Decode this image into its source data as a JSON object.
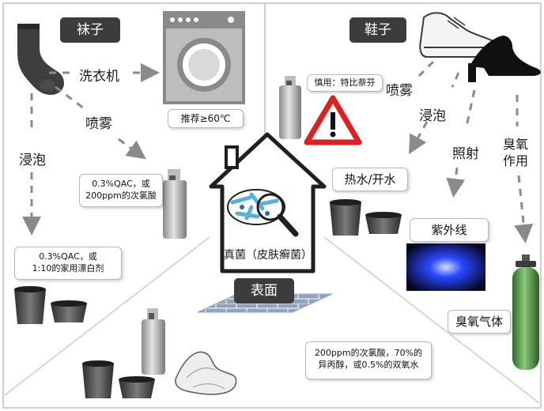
{
  "sections": {
    "socks": {
      "title": "袜子",
      "wash_label": "洗衣机",
      "spray_label": "喷雾",
      "soak_label": "浸泡",
      "washer_note": "推荐≥60℃",
      "spray_note": [
        "0.3%QAC，或",
        "200ppm的次氯酸"
      ],
      "soak_note": [
        "0.3%QAC，或",
        "1:10的家用漂白剂"
      ]
    },
    "shoes": {
      "title": "鞋子",
      "spray_label": "喷雾",
      "warning_note": "慎用：特比萘芬",
      "soak_label": "浸泡",
      "irradiate_label": "照射",
      "ozone_label": [
        "臭氧",
        "作用"
      ],
      "hot_water_note": "热水/开水",
      "uv_note": "紫外线",
      "ozone_gas_note": "臭氧气体"
    },
    "surface": {
      "title": "表面",
      "note": [
        "200ppm的次氯酸，70%的",
        "异丙醇，或0.5%的双氧水"
      ]
    },
    "center": {
      "label": "真菌（皮肤癣菌）"
    }
  },
  "colors": {
    "header_bg": "#3c3c3c",
    "warning_red": "#e02020",
    "uv_blue": "#2a48ff",
    "ozone_green": "#4c8c3c",
    "tile_blue": "#8fa3bd"
  },
  "icons": [
    "sock-icon",
    "washing-machine-icon",
    "spray-bottle-icon",
    "bucket-icon",
    "basin-icon",
    "sneaker-icon",
    "dress-shoe-icon",
    "warning-icon",
    "uv-lamp-icon",
    "gas-cylinder-icon",
    "house-icon",
    "magnifier-icon",
    "tile-floor-icon",
    "cloth-icon"
  ]
}
